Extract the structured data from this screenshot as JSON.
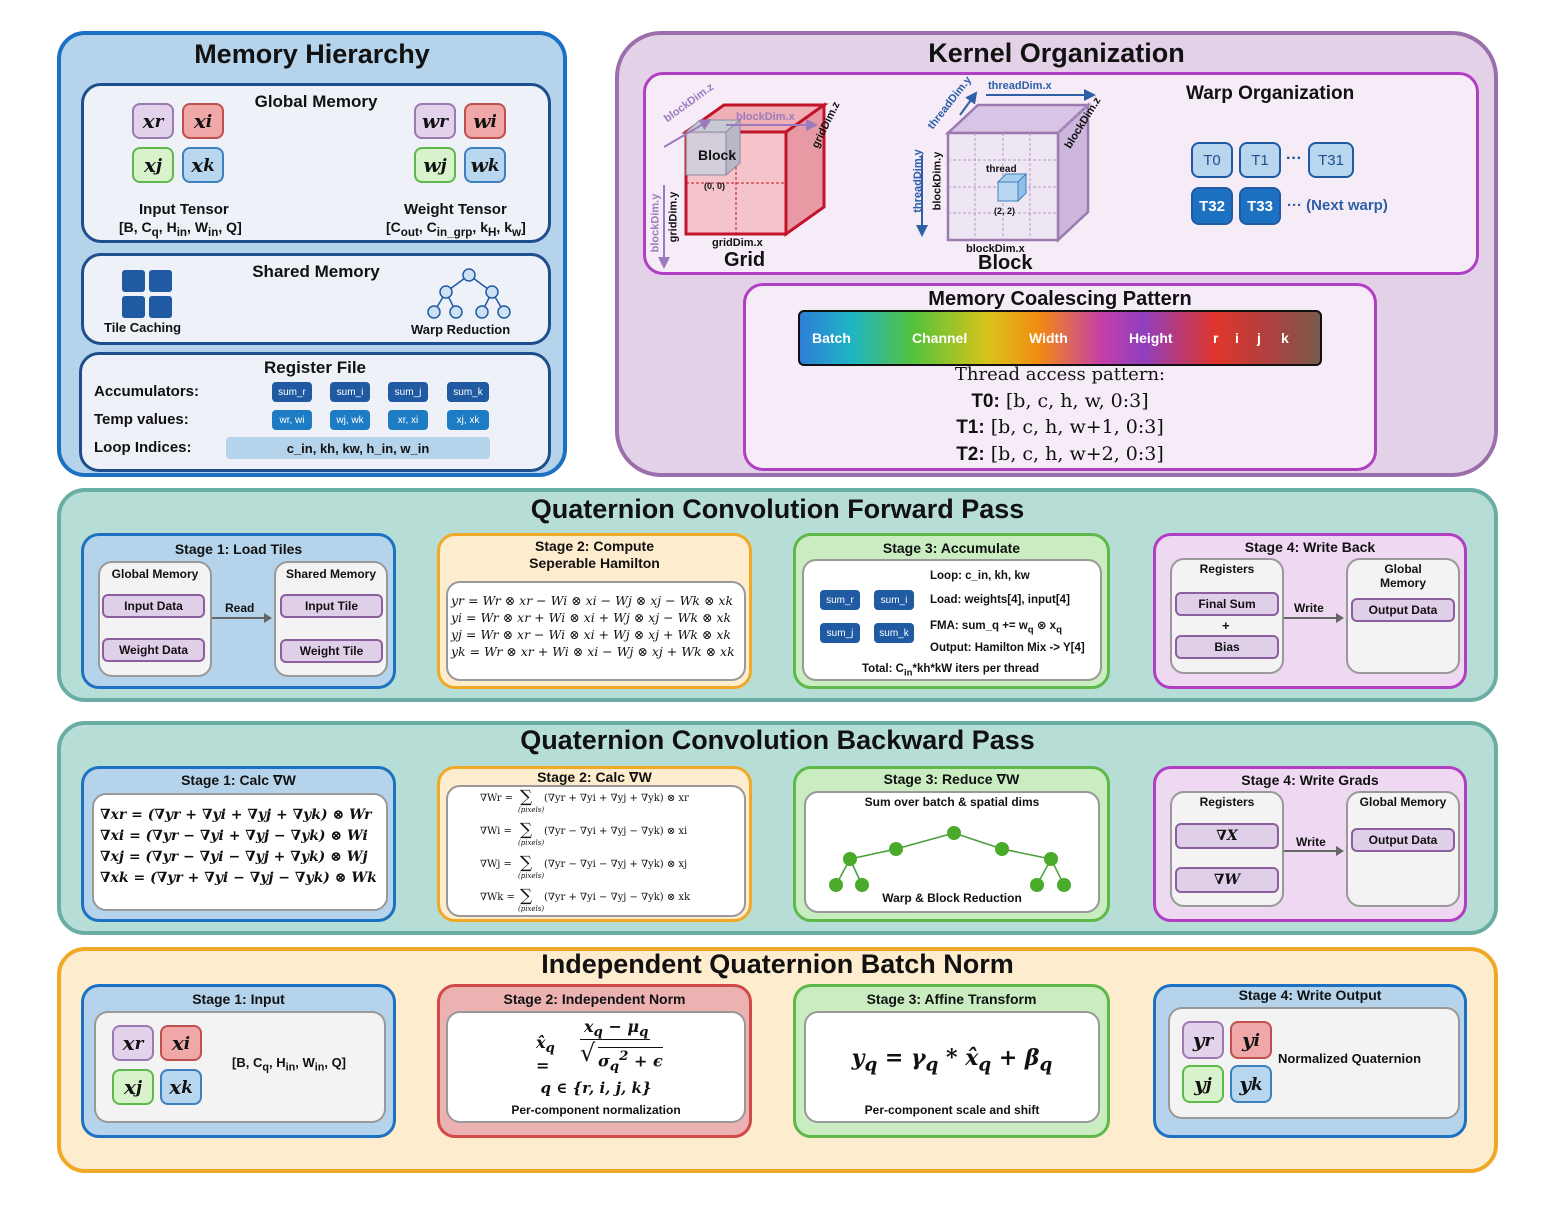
{
  "memory_hierarchy": {
    "title": "Memory Hierarchy",
    "global": {
      "title": "Global Memory",
      "input_label": "Input Tensor",
      "input_shape": "[B, Cq, Hin, Win, Q]",
      "weight_label": "Weight Tensor",
      "weight_shape": "[Cout, Cin_grp, kH, kw]",
      "input_tiles": [
        "xr",
        "xi",
        "xj",
        "xk"
      ],
      "weight_tiles": [
        "wr",
        "wi",
        "wj",
        "wk"
      ]
    },
    "shared": {
      "title": "Shared Memory",
      "tile_caching": "Tile Caching",
      "warp_reduction": "Warp Reduction"
    },
    "register": {
      "title": "Register File",
      "accumulators_label": "Accumulators:",
      "accumulators": [
        "sum_r",
        "sum_i",
        "sum_j",
        "sum_k"
      ],
      "temp_label": "Temp values:",
      "temps": [
        "wr, wi",
        "wj, wk",
        "xr, xi",
        "xj, xk"
      ],
      "loop_label": "Loop Indices:",
      "loop_value": "c_in, kh, kw, h_in, w_in"
    }
  },
  "kernel": {
    "title": "Kernel Organization",
    "grid": {
      "caption": "Grid",
      "block_label": "Block",
      "origin": "(0, 0)",
      "x": "blockDim.x",
      "z": "blockDim.z",
      "y": "blockDim.y",
      "gy": "gridDim.y",
      "gz": "gridDim.z",
      "gx": "gridDim.x"
    },
    "block": {
      "caption": "Block",
      "thread_label": "thread",
      "coord": "(2, 2)",
      "tx": "threadDim.x",
      "ty": "threadDim.y",
      "tty": "threadDim.y",
      "by": "blockDim.y",
      "bz": "blockDim.z",
      "bx": "blockDim.x"
    },
    "warp": {
      "title": "Warp Organization",
      "row1": [
        "T0",
        "T1",
        "T31"
      ],
      "row2": [
        "T32",
        "T33"
      ],
      "ellipsis": "···",
      "next": "··· (Next warp)"
    },
    "coalescing": {
      "title": "Memory Coalescing Pattern",
      "bar": [
        "Batch",
        "Channel",
        "Width",
        "Height",
        "r",
        "i",
        "j",
        "k"
      ],
      "access_label": "Thread access pattern:",
      "rows": [
        {
          "t": "T0:",
          "v": "[b, c, h, w, 0:3]"
        },
        {
          "t": "T1:",
          "v": "[b, c, h, w+1, 0:3]"
        },
        {
          "t": "T2:",
          "v": "[b, c, h, w+2, 0:3]"
        }
      ]
    }
  },
  "forward": {
    "title": "Quaternion Convolution Forward Pass",
    "s1": {
      "title": "Stage 1: Load Tiles",
      "gm": "Global Memory",
      "sm": "Shared Memory",
      "in_data": "Input Data",
      "w_data": "Weight Data",
      "in_tile": "Input Tile",
      "w_tile": "Weight Tile",
      "read": "Read"
    },
    "s2": {
      "title": "Stage 2: Compute",
      "title2": "Seperable Hamilton",
      "eqs": [
        "yr = Wr ⊗ xr − Wi ⊗ xi − Wj ⊗ xj − Wk ⊗ xk",
        "yi = Wr ⊗ xr + Wi ⊗ xi + Wj ⊗ xj − Wk ⊗ xk",
        "yj = Wr ⊗ xr − Wi ⊗ xi + Wj ⊗ xj + Wk ⊗ xk",
        "yk = Wr ⊗ xr + Wi ⊗ xi − Wj ⊗ xj + Wk ⊗ xk"
      ]
    },
    "s3": {
      "title": "Stage 3: Accumulate",
      "sums": [
        "sum_r",
        "sum_i",
        "sum_j",
        "sum_k"
      ],
      "lines": [
        "Loop: c_in, kh, kw",
        "Load: weights[4], input[4]",
        "FMA: sum_q += wq ⊗ xq",
        "Output: Hamilton Mix -> Y[4]"
      ],
      "total": "Total: Cin*kh*kW iters per thread"
    },
    "s4": {
      "title": "Stage 4: Write Back",
      "reg": "Registers",
      "gm": "Global Memory",
      "final": "Final Sum",
      "plus": "+",
      "bias": "Bias",
      "write": "Write",
      "out": "Output Data"
    }
  },
  "backward": {
    "title": "Quaternion Convolution Backward Pass",
    "s1": {
      "title": "Stage 1: Calc ∇W",
      "eqs": [
        "∇xr = (∇yr + ∇yi + ∇yj + ∇yk) ⊗ Wr",
        "∇xi = (∇yr − ∇yi + ∇yj − ∇yk) ⊗ Wi",
        "∇xj = (∇yr − ∇yi − ∇yj + ∇yk) ⊗ Wj",
        "∇xk = (∇yr + ∇yi − ∇yj − ∇yk) ⊗ Wk"
      ]
    },
    "s2": {
      "title": "Stage 2: Calc ∇W",
      "sub": "(pixels)",
      "eqs": [
        {
          "l": "∇Wr =",
          "r": "(∇yr + ∇yi + ∇yj + ∇yk) ⊗ xr"
        },
        {
          "l": "∇Wi =",
          "r": "(∇yr − ∇yi + ∇yj − ∇yk) ⊗ xi"
        },
        {
          "l": "∇Wj =",
          "r": "(∇yr − ∇yi − ∇yj + ∇yk) ⊗ xj"
        },
        {
          "l": "∇Wk =",
          "r": "(∇yr + ∇yi − ∇yj − ∇yk) ⊗ xk"
        }
      ]
    },
    "s3": {
      "title": "Stage 3: Reduce ∇W",
      "sub": "Sum over batch & spatial dims",
      "caption": "Warp & Block Reduction"
    },
    "s4": {
      "title": "Stage 4: Write Grads",
      "reg": "Registers",
      "gm": "Global Memory",
      "gx": "∇X",
      "gw": "∇W",
      "write": "Write",
      "out": "Output Data"
    }
  },
  "batchnorm": {
    "title": "Independent Quaternion Batch Norm",
    "s1": {
      "title": "Stage 1: Input",
      "tiles": [
        "xr",
        "xi",
        "xj",
        "xk"
      ],
      "shape": "[B, Cq, Hin, Win, Q]"
    },
    "s2": {
      "title": "Stage 2: Independent Norm",
      "q": "q ∈ {r, i, j, k}",
      "caption": "Per-component normalization"
    },
    "s3": {
      "title": "Stage 3: Affine Transform",
      "eq": "yq = γq * x̂q + βq",
      "caption": "Per-component scale and shift"
    },
    "s4": {
      "title": "Stage 4: Write Output",
      "tiles": [
        "yr",
        "yi",
        "yj",
        "yk"
      ],
      "caption": "Normalized Quaternion"
    }
  }
}
